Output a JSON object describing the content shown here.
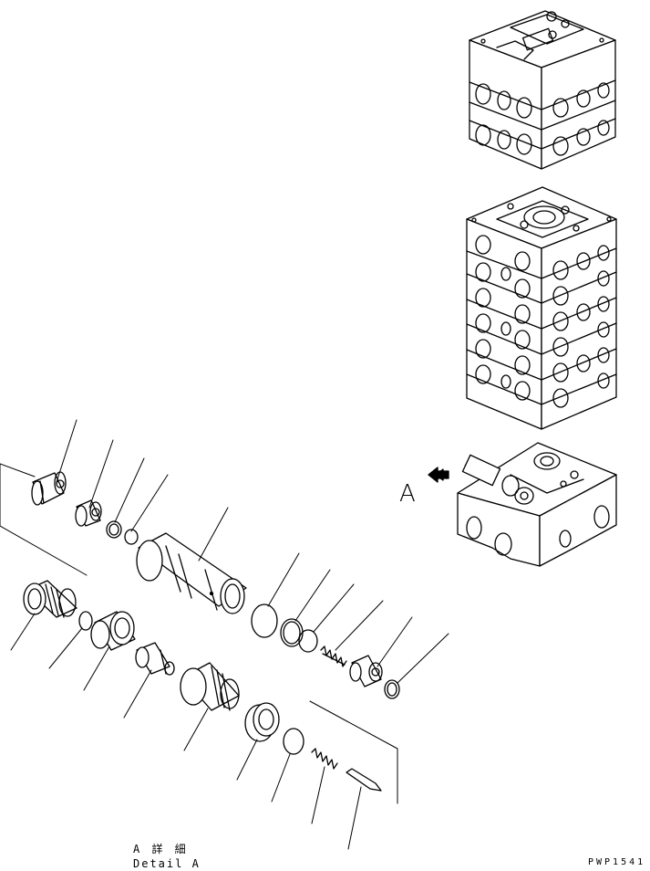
{
  "caption": {
    "detail_jp": "A 詳 細",
    "detail_en": "Detail A"
  },
  "view_marker": "A",
  "drawing_code": "PWP1541",
  "colors": {
    "line": "#000000",
    "paper": "#ffffff"
  }
}
